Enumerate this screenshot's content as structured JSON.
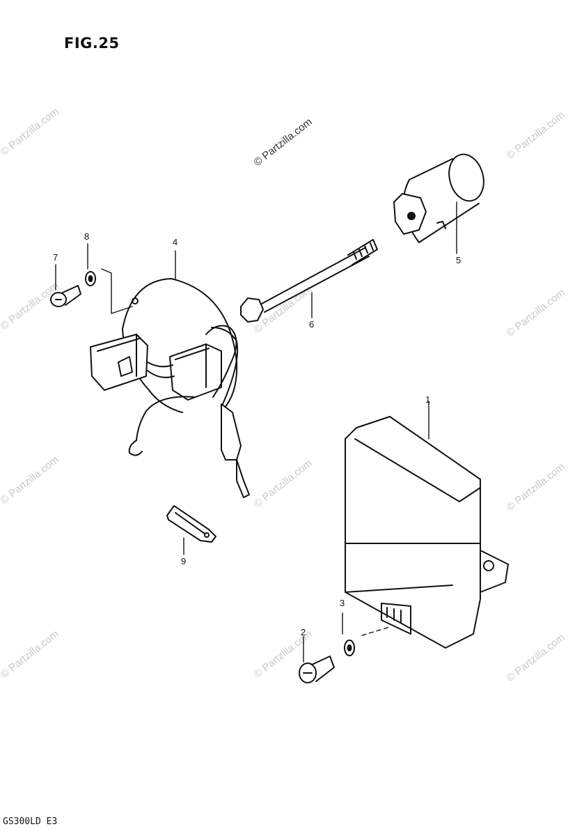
{
  "figure": {
    "title": "FIG.25",
    "model_code": "GS300LD E3"
  },
  "watermark": {
    "text": "© Partzilla.com"
  },
  "parts": [
    {
      "ref": "1",
      "icon": "igniter-unit"
    },
    {
      "ref": "2",
      "icon": "bolt"
    },
    {
      "ref": "3",
      "icon": "washer"
    },
    {
      "ref": "4",
      "icon": "pickup-coil-assembly"
    },
    {
      "ref": "5",
      "icon": "signal-generator-rotor"
    },
    {
      "ref": "6",
      "icon": "long-bolt"
    },
    {
      "ref": "7",
      "icon": "screw"
    },
    {
      "ref": "8",
      "icon": "washer"
    },
    {
      "ref": "9",
      "icon": "clamp"
    }
  ],
  "colors": {
    "line": "#111111",
    "watermark": "#c9c9c9"
  }
}
